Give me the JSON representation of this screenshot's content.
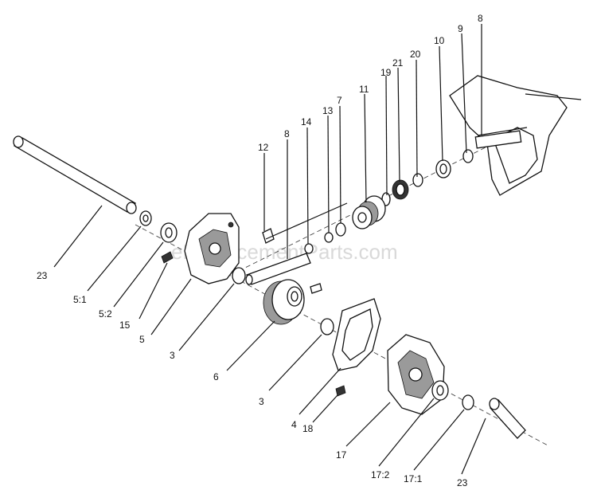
{
  "watermark": "eReplacementParts.com",
  "callouts": {
    "c8a": "8",
    "c9": "9",
    "c10": "10",
    "c20": "20",
    "c21": "21",
    "c19": "19",
    "c11": "11",
    "c7": "7",
    "c13": "13",
    "c14": "14",
    "c8b": "8",
    "c12": "12",
    "c23a": "23",
    "c51": "5:1",
    "c52": "5:2",
    "c15": "15",
    "c5": "5",
    "c3a": "3",
    "c6": "6",
    "c3b": "3",
    "c4": "4",
    "c18": "18",
    "c17": "17",
    "c172": "17:2",
    "c171": "17:1",
    "c23b": "23"
  }
}
